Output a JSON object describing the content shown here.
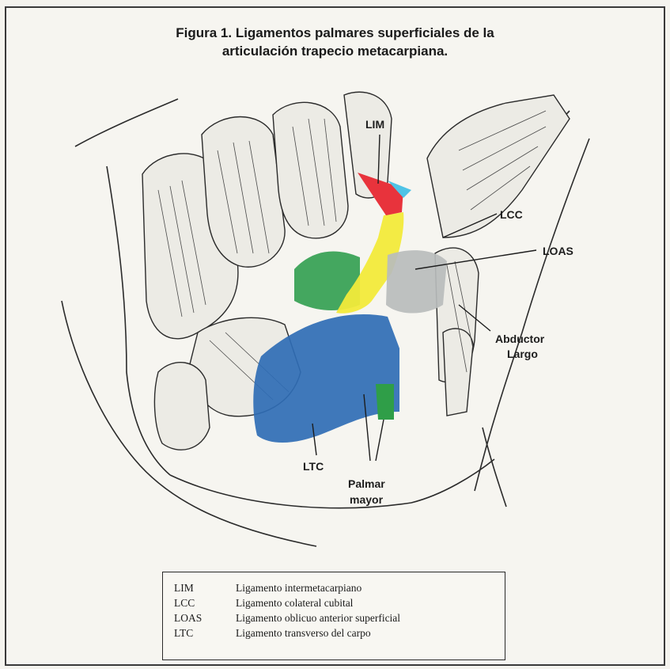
{
  "figure": {
    "title_line1": "Figura 1. Ligamentos palmares superficiales de la",
    "title_line2": "articulación trapecio metacarpiana."
  },
  "labels": {
    "lim": "LIM",
    "lcc": "LCC",
    "loas": "LOAS",
    "abductor_line1": "Abductor",
    "abductor_line2": "Largo",
    "ltc": "LTC",
    "palmar_line1": "Palmar",
    "palmar_line2": "mayor"
  },
  "legend": {
    "rows": [
      {
        "abbr": "LIM",
        "desc": "Ligamento intermetacarpiano"
      },
      {
        "abbr": "LCC",
        "desc": "Ligamento colateral cubital"
      },
      {
        "abbr": "LOAS",
        "desc": "Ligamento oblicuo anterior superficial"
      },
      {
        "abbr": "LTC",
        "desc": "Ligamento transverso del carpo"
      }
    ]
  },
  "colors": {
    "lim": "#e8333c",
    "lim_cyan": "#4fc3e6",
    "lcc": "#f2ea3a",
    "loas": "#b9bcbc",
    "ltc": "#2f6db5",
    "palmar": "#2f9e48",
    "green_region": "#34a052"
  }
}
